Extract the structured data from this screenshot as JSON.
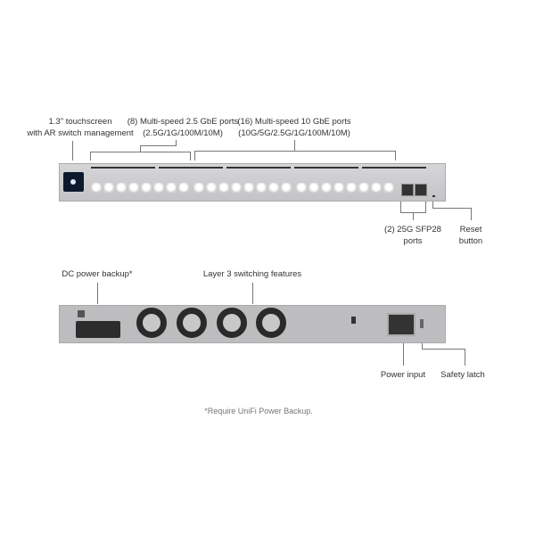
{
  "front": {
    "touchscreen": [
      "1.3\" touchscreen",
      "with AR switch management"
    ],
    "ports_2_5g": [
      "(8) Multi-speed 2.5 GbE ports",
      "(2.5G/1G/100M/10M)"
    ],
    "ports_10g": [
      "(16) Multi-speed 10 GbE ports",
      "(10G/5G/2.5G/1G/100M/10M)"
    ],
    "sfp": [
      "(2) 25G SFP28",
      "ports"
    ],
    "reset": [
      "Reset",
      "button"
    ]
  },
  "rear": {
    "dc": "DC power backup*",
    "layer3": "Layer 3 switching features",
    "power": "Power input",
    "latch": "Safety latch"
  },
  "footnote": "*Require UniFi Power Backup."
}
